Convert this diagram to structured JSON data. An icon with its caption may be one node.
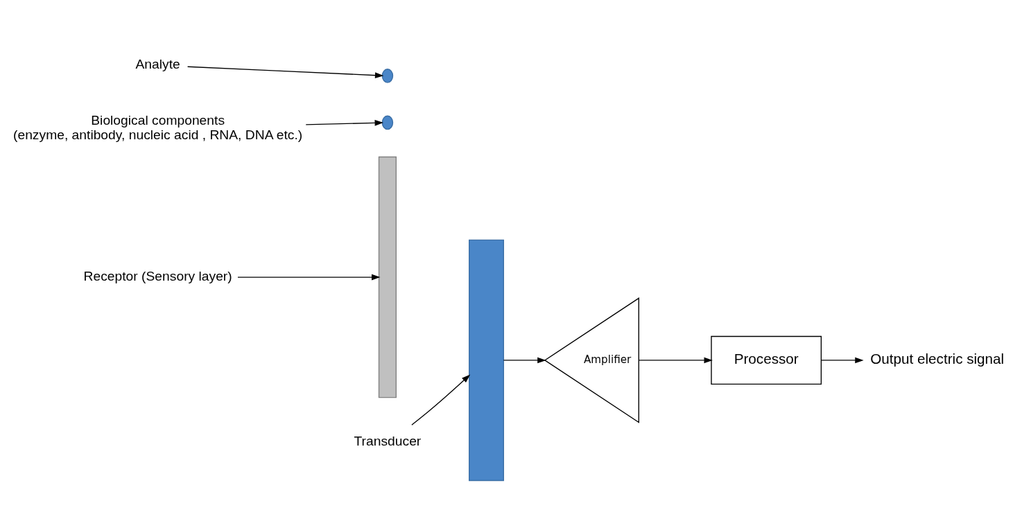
{
  "diagram": {
    "nodes": [
      {
        "text": [
          "Receptor (Sensory layer)"
        ]
      },
      {
        "text": [
          "Transducer"
        ]
      },
      {
        "text": [
          "Analyte"
        ]
      },
      {
        "text": [],
        "shape": "bar"
      },
      {
        "text": [],
        "shape": "bar"
      },
      {
        "text": [],
        "shape": "circle"
      },
      {
        "text": [],
        "shape": "circle"
      },
      {
        "text": [
          "Biological components (enzyme, antibody, nucleic acid , RNA, DNA etc.)"
        ]
      },
      {
        "text": [
          "Amplifier"
        ]
      },
      {
        "text": [
          "Processor"
        ]
      },
      {
        "text": [
          "Output electric signal"
        ]
      }
    ],
    "edges": [
      {
        "from": 0,
        "to": 3,
        "arrow": "to"
      },
      {
        "from": 1,
        "to": 4,
        "arrow": "to"
      },
      {
        "from": 2,
        "to": 5,
        "arrow": "to"
      },
      {
        "from": 7,
        "to": 6,
        "arrow": "to"
      },
      {
        "from": 4,
        "to": 8,
        "arrow": "to"
      },
      {
        "from": 8,
        "to": 9,
        "arrow": "to"
      },
      {
        "from": 9,
        "to": 10,
        "arrow": "to"
      }
    ]
  }
}
